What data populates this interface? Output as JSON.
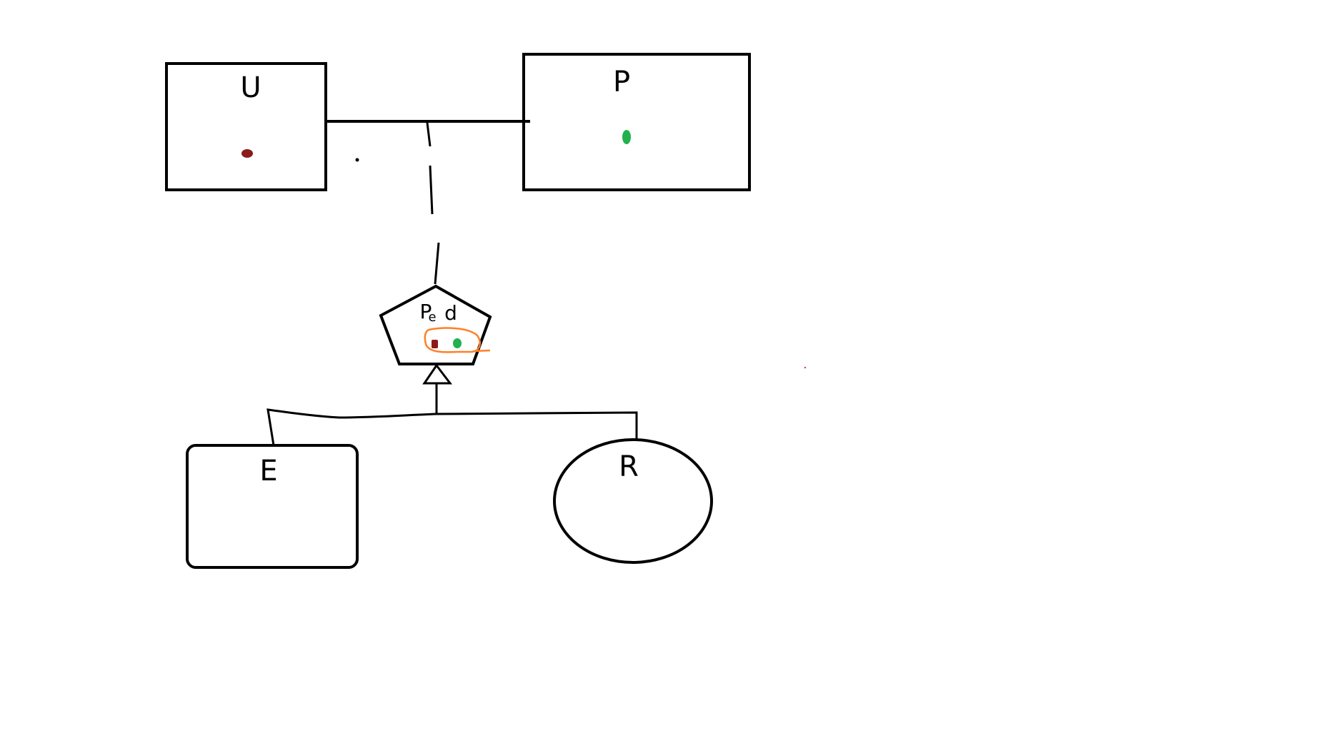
{
  "diagram": {
    "nodes": {
      "u": {
        "label": "U",
        "shape": "rectangle",
        "dot_color": "#8b1a1a"
      },
      "p": {
        "label": "P",
        "shape": "rectangle",
        "dot_color": "#22b14c"
      },
      "pe": {
        "label": "P",
        "subscript": "e",
        "suffix": "d",
        "shape": "pentagon",
        "dot_colors": [
          "#8b1a1a",
          "#22b14c"
        ],
        "highlight_color": "#ff7f27"
      },
      "e": {
        "label": "E",
        "shape": "rounded-rectangle"
      },
      "r": {
        "label": "R",
        "shape": "ellipse"
      }
    },
    "edges": [
      {
        "from": "u",
        "to": "p",
        "style": "solid"
      },
      {
        "from": "u-p link",
        "to": "pe",
        "style": "dashed"
      },
      {
        "from": "e",
        "to": "pe",
        "style": "solid",
        "arrowhead": "hollow-triangle"
      },
      {
        "from": "r",
        "to": "pe",
        "style": "solid",
        "arrowhead": "hollow-triangle"
      }
    ],
    "stroke_color": "#000000"
  }
}
